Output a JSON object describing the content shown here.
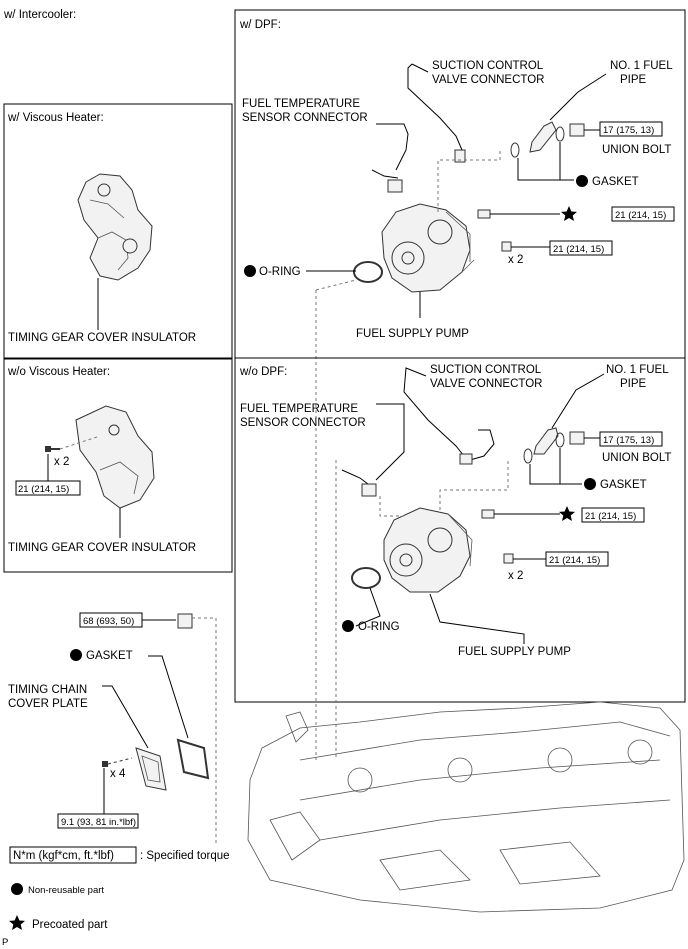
{
  "page": {
    "section_label": "w/ Intercooler:",
    "footer_letter": "P"
  },
  "viscous_box": {
    "title": "w/ Viscous Heater:",
    "part_label": "TIMING GEAR COVER INSULATOR"
  },
  "no_viscous_box": {
    "title": "w/o Viscous Heater:",
    "quantity": "x 2",
    "torque": "21 (214, 15)",
    "part_label": "TIMING GEAR COVER INSULATOR"
  },
  "dpf_box": {
    "title": "w/ DPF:",
    "suction_label_1": "SUCTION CONTROL",
    "suction_label_2": "VALVE CONNECTOR",
    "fuel_pipe_label_1": "NO. 1 FUEL",
    "fuel_pipe_label_2": "PIPE",
    "fuel_temp_label_1": "FUEL TEMPERATURE",
    "fuel_temp_label_2": "SENSOR CONNECTOR",
    "union_bolt_torque": "17 (175, 13)",
    "union_bolt_label": "UNION BOLT",
    "gasket_label": "GASKET",
    "star_torque": "21 (214, 15)",
    "nut_torque": "21 (214, 15)",
    "quantity": "x 2",
    "oring_label": "O-RING",
    "pump_label": "FUEL SUPPLY PUMP"
  },
  "no_dpf_box": {
    "title": "w/o DPF:",
    "suction_label_1": "SUCTION CONTROL",
    "suction_label_2": "VALVE CONNECTOR",
    "fuel_pipe_label_1": "NO. 1 FUEL",
    "fuel_pipe_label_2": "PIPE",
    "fuel_temp_label_1": "FUEL TEMPERATURE",
    "fuel_temp_label_2": "SENSOR CONNECTOR",
    "union_bolt_torque": "17 (175, 13)",
    "union_bolt_label": "UNION BOLT",
    "gasket_label": "GASKET",
    "star_torque": "21 (214, 15)",
    "nut_torque": "21 (214, 15)",
    "quantity": "x 2",
    "oring_label": "O-RING",
    "pump_label": "FUEL SUPPLY PUMP"
  },
  "lower": {
    "plug_torque": "68 (693, 50)",
    "gasket_label": "GASKET",
    "plate_label_1": "TIMING CHAIN",
    "plate_label_2": "COVER PLATE",
    "quantity": "x 4",
    "bolt_torque": "9.1 (93, 81 in.*lbf)"
  },
  "legend": {
    "torque_unit": "N*m (kgf*cm, ft.*lbf)",
    "torque_desc": ": Specified torque",
    "non_reusable": "Non-reusable part",
    "precoated": "Precoated part"
  }
}
